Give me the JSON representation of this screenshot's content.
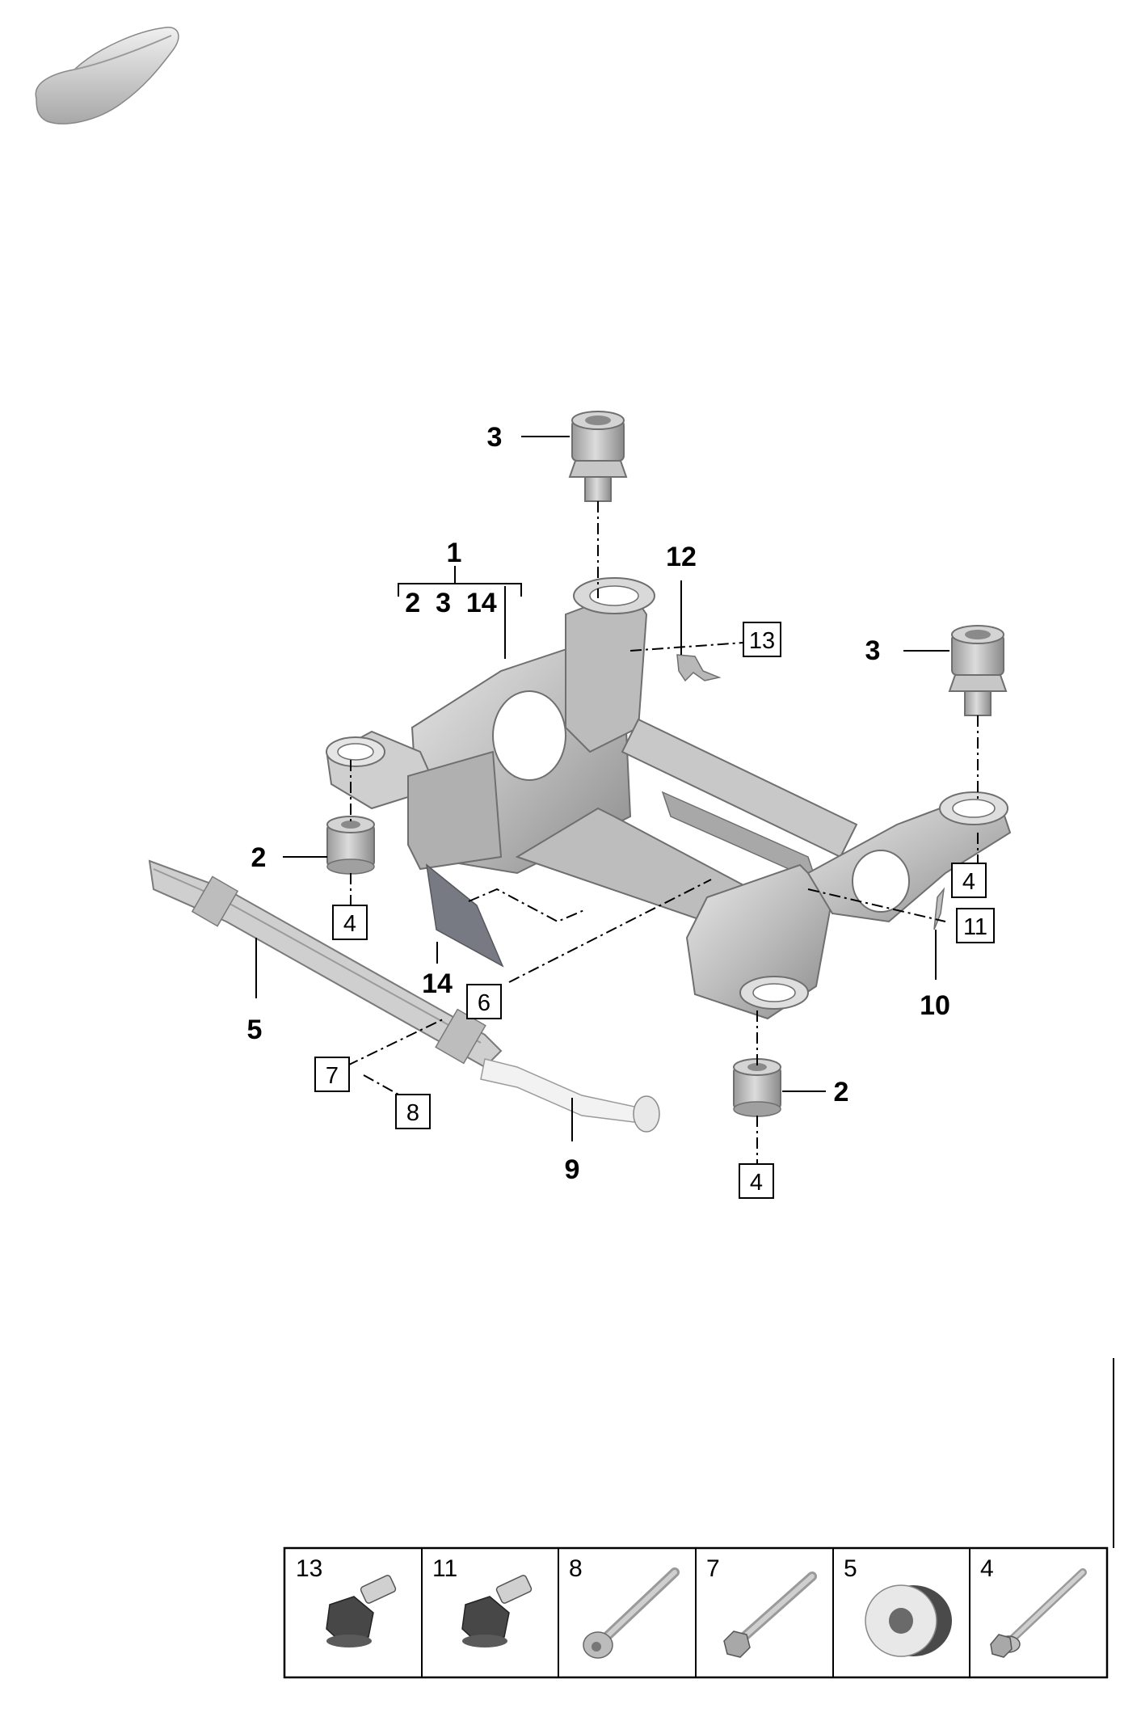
{
  "callouts": {
    "c1": "1",
    "c1_group": "2  3  14",
    "c2_left": "2",
    "c2_right": "2",
    "c3_top": "3",
    "c3_right": "3",
    "c5": "5",
    "c9": "9",
    "c10": "10",
    "c12": "12",
    "c14": "14"
  },
  "boxed_refs": {
    "b4_left": "4",
    "b4_right": "4",
    "b4_bottom": "4",
    "b6": "6",
    "b7": "7",
    "b8": "8",
    "b11": "11",
    "b13": "13"
  },
  "legend": {
    "cells": [
      {
        "num": "13",
        "icon": "flange-hex-bolt-icon"
      },
      {
        "num": "11",
        "icon": "flange-hex-bolt-icon"
      },
      {
        "num": "8",
        "icon": "long-torx-bolt-icon"
      },
      {
        "num": "7",
        "icon": "long-hex-bolt-icon"
      },
      {
        "num": "5",
        "icon": "washer-bushing-icon"
      },
      {
        "num": "4",
        "icon": "long-hex-bolt-icon"
      }
    ]
  },
  "colors": {
    "part_fill": "#c9c9c9",
    "part_dark": "#8e8e8e",
    "part_light": "#e6e6e6",
    "shield_fill": "#777a82"
  }
}
